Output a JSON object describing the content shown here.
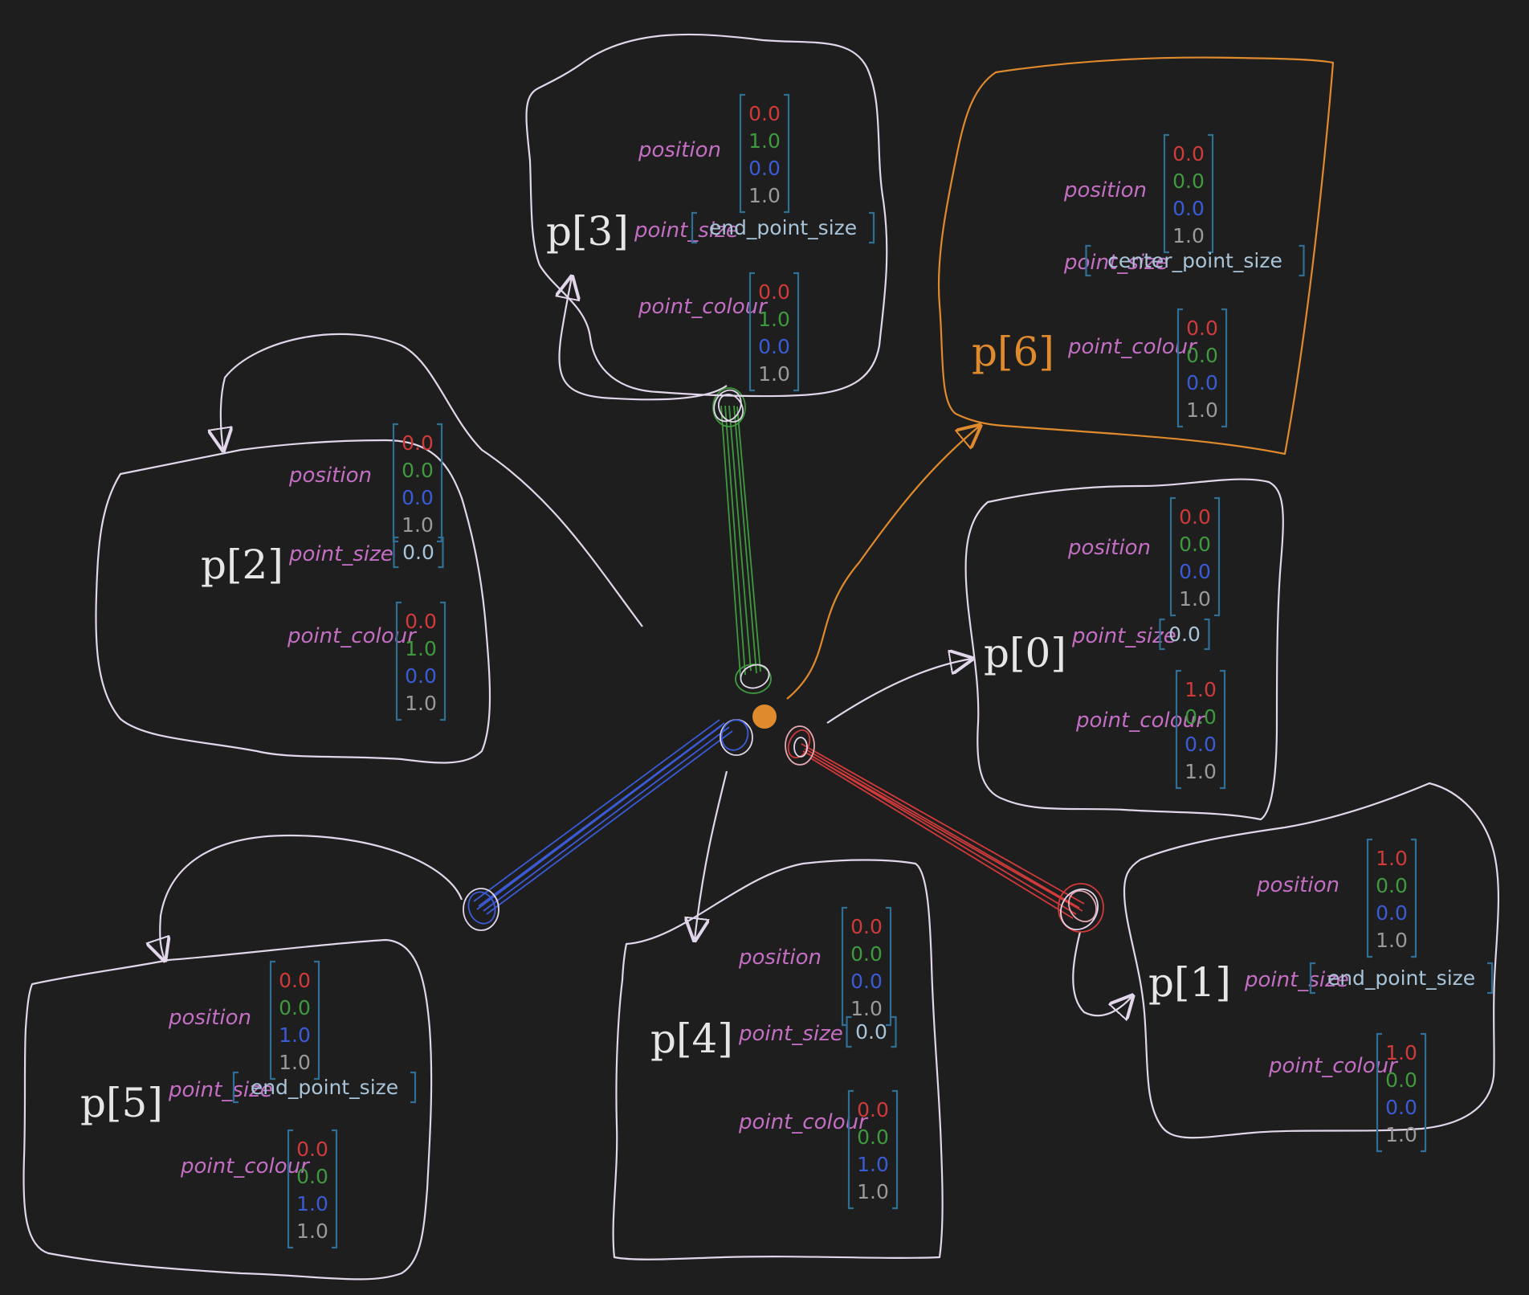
{
  "colors": {
    "background": "#1e1e1e",
    "outline": "#e2d6ea",
    "highlight": "#e08a2e",
    "field_label": "#c46fc4",
    "bracket": "#2f6f96",
    "red": "#d03a3a",
    "green": "#3f9a3f",
    "blue": "#3b5bd6",
    "grey": "#9a9a9a"
  },
  "field_names": {
    "position": "position",
    "point_size": "point_size",
    "point_colour": "point_colour"
  },
  "points": [
    {
      "label": "p[0]",
      "position": [
        "0.0",
        "0.0",
        "0.0",
        "1.0"
      ],
      "point_size": "0.0",
      "point_colour": [
        "1.0",
        "0.0",
        "0.0",
        "1.0"
      ]
    },
    {
      "label": "p[1]",
      "position": [
        "1.0",
        "0.0",
        "0.0",
        "1.0"
      ],
      "point_size": "end_point_size",
      "point_colour": [
        "1.0",
        "0.0",
        "0.0",
        "1.0"
      ]
    },
    {
      "label": "p[2]",
      "position": [
        "0.0",
        "0.0",
        "0.0",
        "1.0"
      ],
      "point_size": "0.0",
      "point_colour": [
        "0.0",
        "1.0",
        "0.0",
        "1.0"
      ]
    },
    {
      "label": "p[3]",
      "position": [
        "0.0",
        "1.0",
        "0.0",
        "1.0"
      ],
      "point_size": "end_point_size",
      "point_colour": [
        "0.0",
        "1.0",
        "0.0",
        "1.0"
      ]
    },
    {
      "label": "p[4]",
      "position": [
        "0.0",
        "0.0",
        "0.0",
        "1.0"
      ],
      "point_size": "0.0",
      "point_colour": [
        "0.0",
        "0.0",
        "1.0",
        "1.0"
      ]
    },
    {
      "label": "p[5]",
      "position": [
        "0.0",
        "0.0",
        "1.0",
        "1.0"
      ],
      "point_size": "end_point_size",
      "point_colour": [
        "0.0",
        "0.0",
        "1.0",
        "1.0"
      ]
    },
    {
      "label": "p[6]",
      "position": [
        "0.0",
        "0.0",
        "0.0",
        "1.0"
      ],
      "point_size": "center_point_size",
      "point_colour": [
        "0.0",
        "0.0",
        "0.0",
        "1.0"
      ],
      "highlighted": true
    }
  ]
}
